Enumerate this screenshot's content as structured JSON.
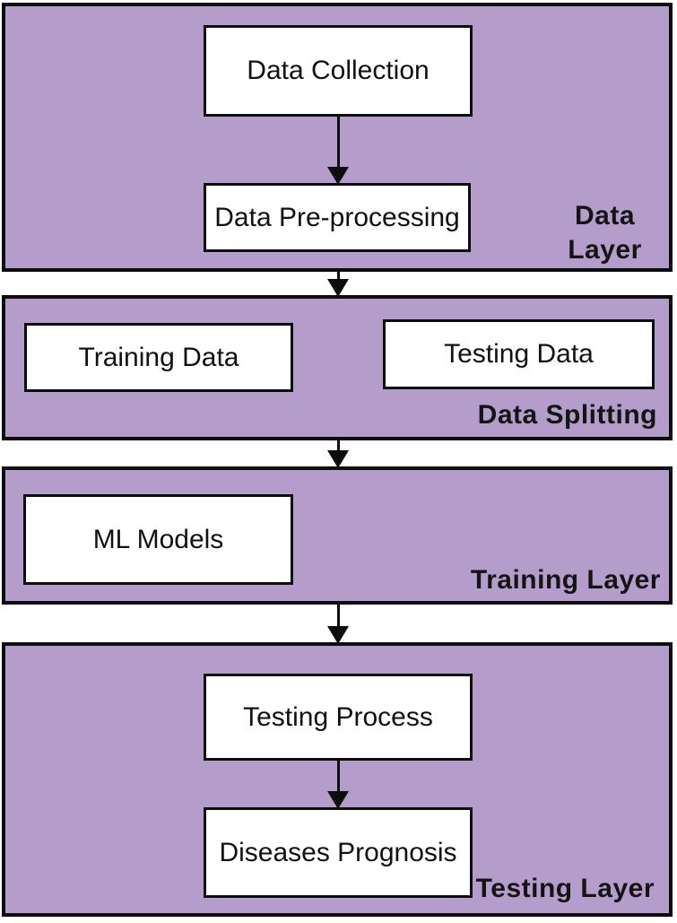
{
  "diagram": {
    "type": "flowchart",
    "colors": {
      "layer_fill": "#b59dcb",
      "outline": "#0d0d0d",
      "node_fill": "#ffffff",
      "text": "#111111"
    },
    "layers": [
      {
        "label": "Data Layer",
        "label_lines": [
          "Data",
          "Layer"
        ],
        "nodes": [
          {
            "label": "Data Collection"
          },
          {
            "label": "Data Pre-processing"
          }
        ]
      },
      {
        "label": "Data Splitting",
        "nodes": [
          {
            "label": "Training Data"
          },
          {
            "label": "Testing Data"
          }
        ]
      },
      {
        "label": "Training Layer",
        "nodes": [
          {
            "label": "ML Models"
          }
        ]
      },
      {
        "label": "Testing Layer",
        "nodes": [
          {
            "label": "Testing Process"
          },
          {
            "label": "Diseases Prognosis"
          }
        ]
      }
    ],
    "edges": [
      {
        "from": "Data Collection",
        "to": "Data Pre-processing"
      },
      {
        "from": "Data Layer",
        "to": "Data Splitting"
      },
      {
        "from": "Data Splitting",
        "to": "Training Layer"
      },
      {
        "from": "Training Layer",
        "to": "Testing Layer"
      },
      {
        "from": "Testing Process",
        "to": "Diseases Prognosis"
      }
    ]
  }
}
